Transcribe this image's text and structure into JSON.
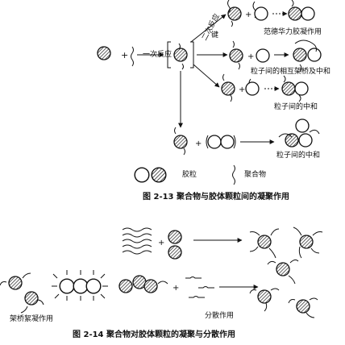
{
  "fig13": {
    "step1_label": "一次反应",
    "step2_label": "二次反应",
    "step2_label_b": "键",
    "out1_label": "范德华力胶凝作用",
    "out2_label": "粒子间的相互架桥及中和",
    "out3_label": "粒子间的中和",
    "out4_label": "粒子间的中和",
    "legend_particle": "胶粒",
    "legend_polymer": "聚合物",
    "caption": "图 2-13   聚合物与胶体颗粒间的凝聚作用"
  },
  "fig14": {
    "bridge_label": "架桥絮凝作用",
    "disperse_label": "分散作用",
    "caption": "图 2-14   聚合物对胶体颗粒的凝聚与分散作用"
  }
}
